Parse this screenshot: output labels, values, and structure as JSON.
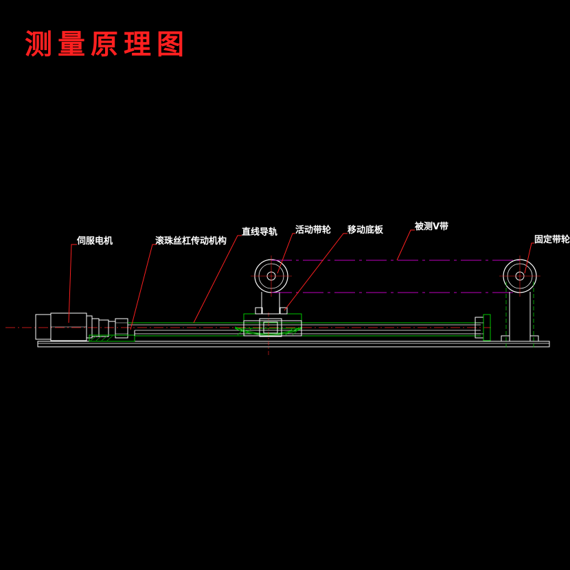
{
  "title": "测量原理图",
  "labels": {
    "servo_motor": "伺服电机",
    "ball_screw": "滚珠丝杠传动机构",
    "linear_guide": "直线导轨",
    "movable_pulley": "活动带轮",
    "moving_base": "移动底板",
    "tested_belt": "被测V带",
    "fixed_pulley": "固定带轮"
  },
  "colors": {
    "background": "#000000",
    "title": "#ff2020",
    "outline": "#ffffff",
    "structure": "#00c800",
    "belt": "#c000c0",
    "centerline": "#ff2020"
  }
}
